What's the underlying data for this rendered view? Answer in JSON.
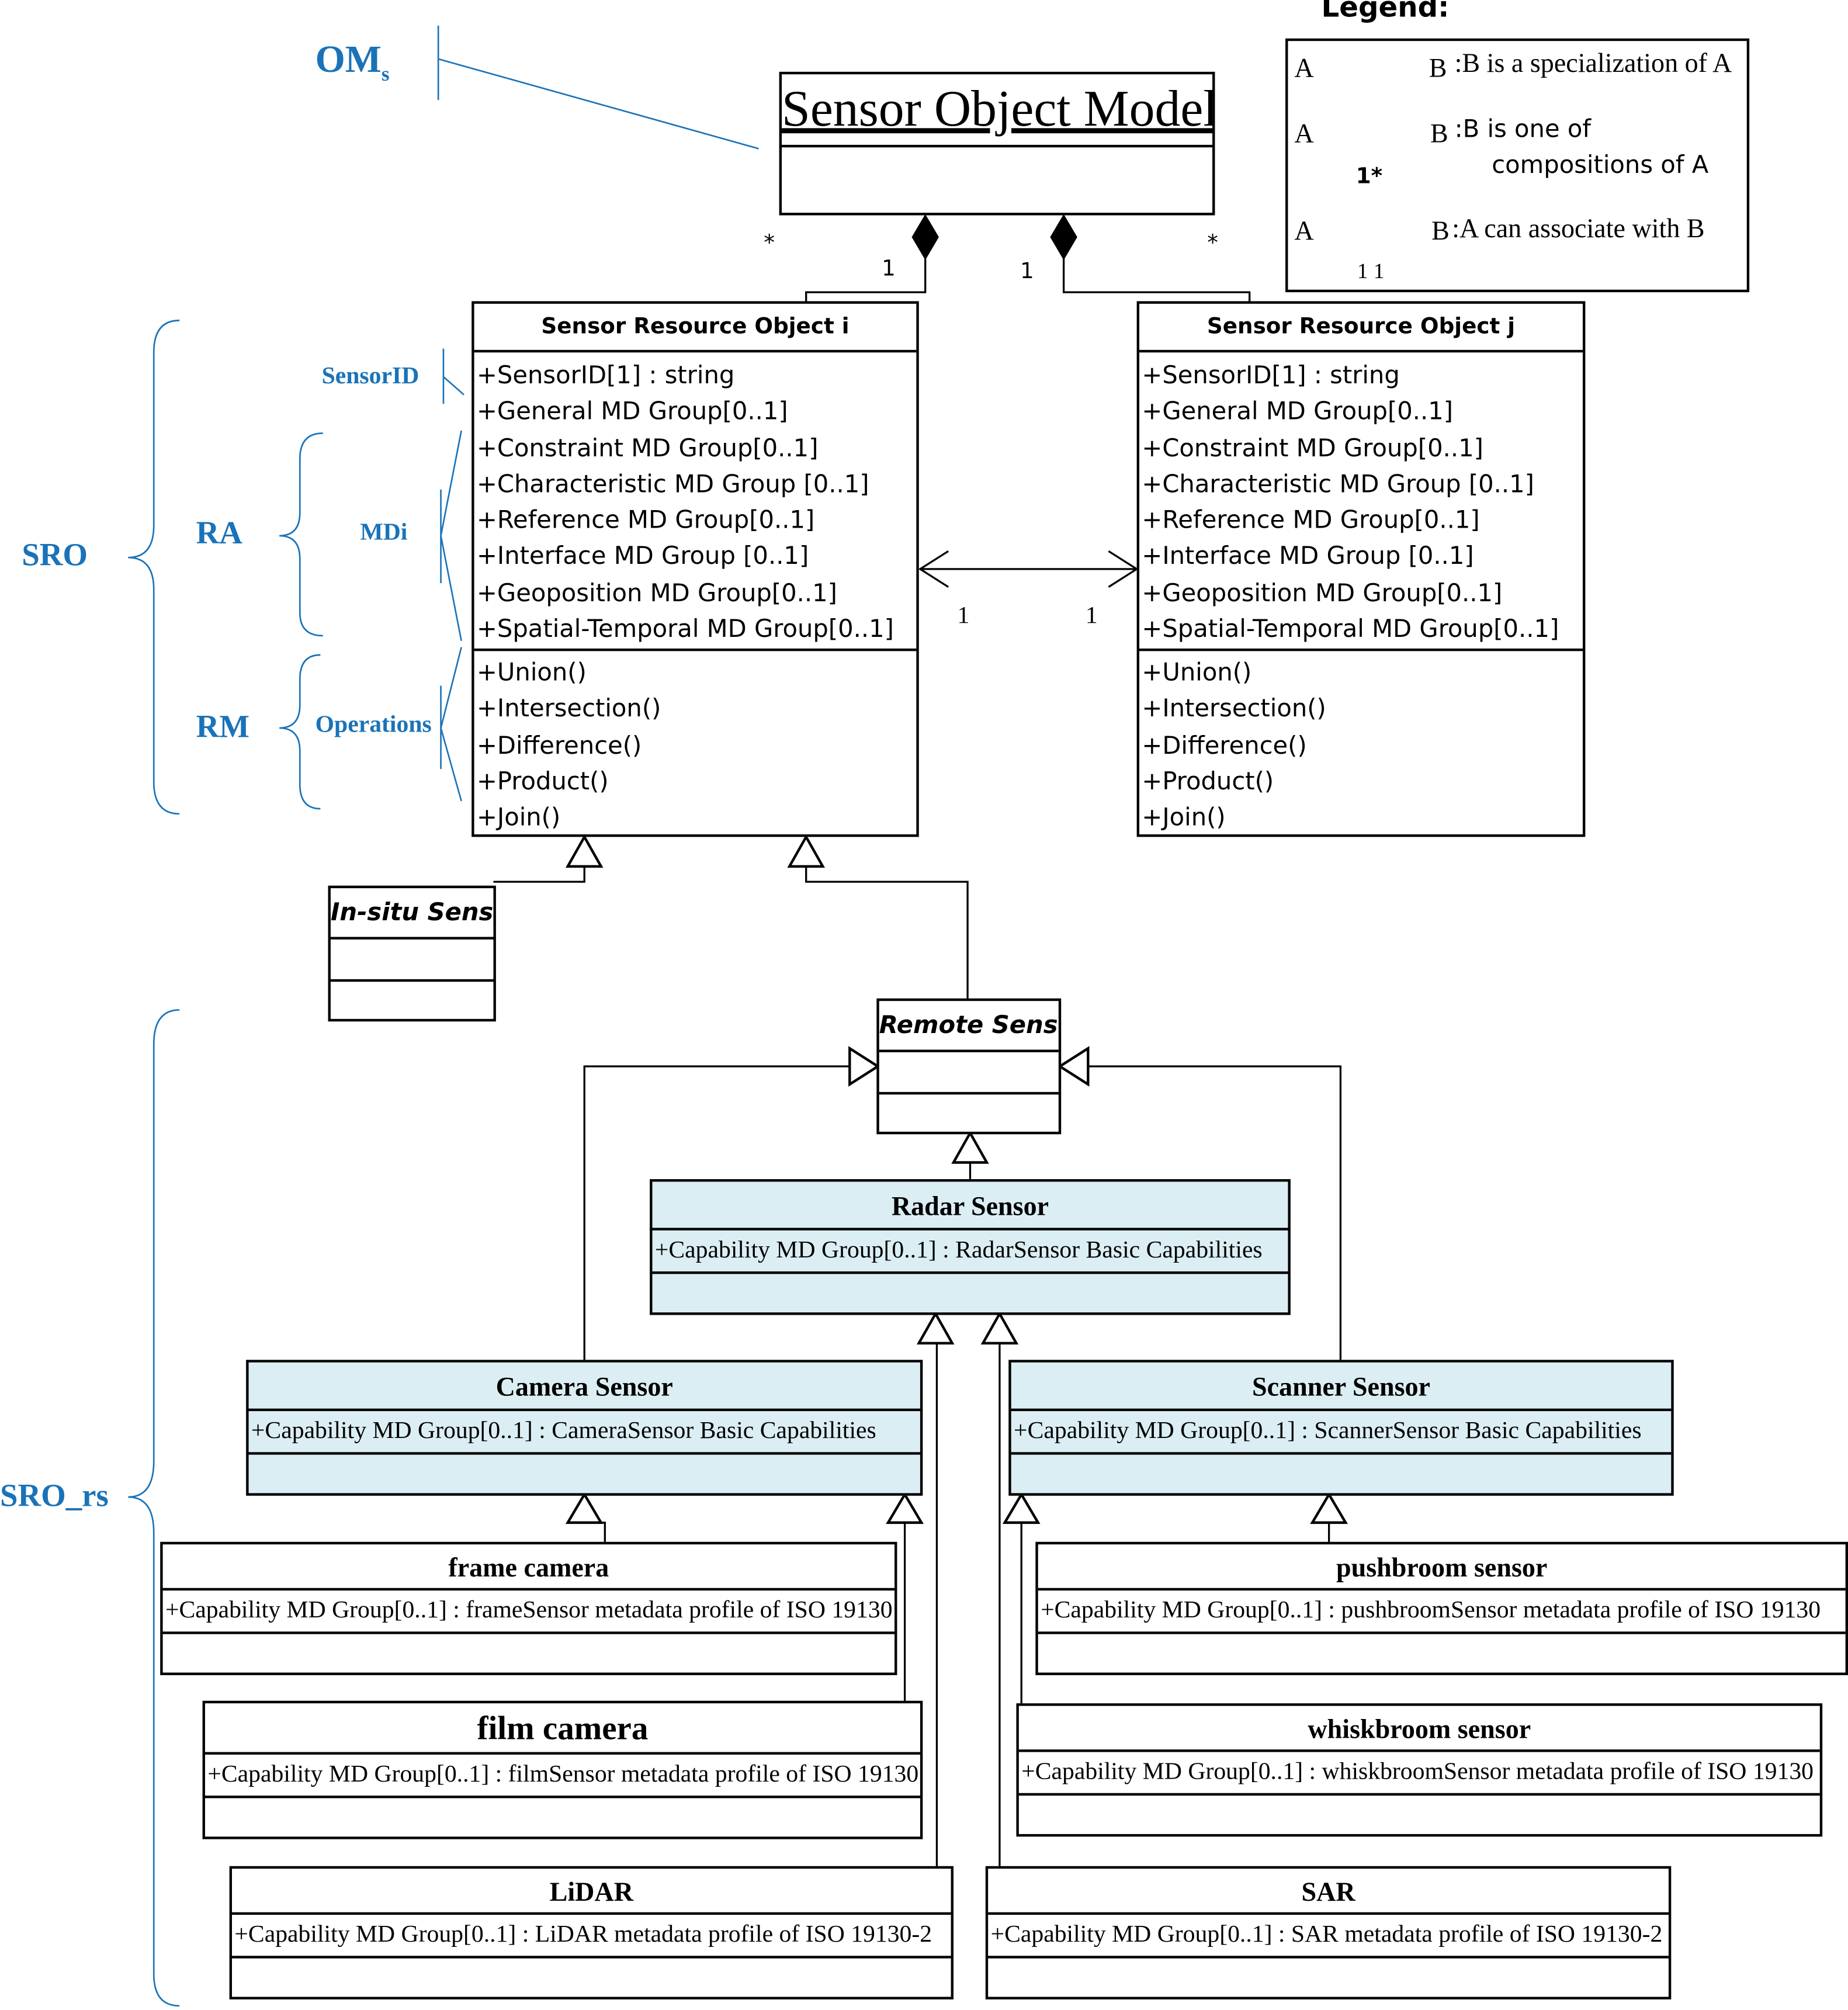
{
  "legend": {
    "title": "Legend:",
    "a": "A",
    "b": "B",
    "specialization": ":B is a specialization of A",
    "composition_line1": ":B is one of",
    "composition_line2": "compositions of A",
    "composition_mult": "1*",
    "association": ":A can associate with B",
    "association_mult": "1 1"
  },
  "annotations": {
    "oms": "OM",
    "oms_sub": "s",
    "sensorid": "SensorID",
    "mdi": "MDi",
    "ra": "RA",
    "sro": "SRO",
    "rm": "RM",
    "operations": "Operations",
    "sro_rs": "SRO_rs"
  },
  "som": {
    "title": "Sensor Object Model"
  },
  "multiplicity": {
    "star": "*",
    "one": "1"
  },
  "sro_i": {
    "title": "Sensor Resource Object i",
    "attributes": [
      "+SensorID[1] : string",
      "+General MD Group[0..1]",
      "+Constraint MD Group[0..1]",
      "+Characteristic MD Group [0..1]",
      "+Reference MD Group[0..1]",
      "+Interface MD Group [0..1]",
      "+Geoposition MD Group[0..1]",
      "+Spatial-Temporal MD Group[0..1]"
    ],
    "operations": [
      "+Union()",
      "+Intersection()",
      "+Difference()",
      "+Product()",
      "+Join()"
    ]
  },
  "sro_j": {
    "title": "Sensor Resource Object j",
    "attributes": [
      "+SensorID[1] : string",
      "+General MD Group[0..1]",
      "+Constraint MD Group[0..1]",
      "+Characteristic MD Group [0..1]",
      "+Reference MD Group[0..1]",
      "+Interface MD Group [0..1]",
      "+Geoposition MD Group[0..1]",
      "+Spatial-Temporal MD Group[0..1]"
    ],
    "operations": [
      "+Union()",
      "+Intersection()",
      "+Difference()",
      "+Product()",
      "+Join()"
    ]
  },
  "insitu": {
    "title": "In-situ Sensor"
  },
  "remote": {
    "title": "Remote Sensor"
  },
  "radar": {
    "title": "Radar Sensor",
    "capability": "+Capability MD Group[0..1] : RadarSensor Basic Capabilities"
  },
  "camera": {
    "title": "Camera Sensor",
    "capability": "+Capability MD Group[0..1] : CameraSensor Basic Capabilities"
  },
  "scanner": {
    "title": "Scanner Sensor",
    "capability": "+Capability MD Group[0..1] : ScannerSensor Basic Capabilities"
  },
  "frame": {
    "title": "frame camera",
    "capability": "+Capability MD Group[0..1] : frameSensor metadata profile of ISO 19130"
  },
  "film": {
    "title": "film camera",
    "capability": "+Capability MD Group[0..1] : filmSensor metadata profile of ISO 19130"
  },
  "pushbroom": {
    "title": "pushbroom sensor",
    "capability": "+Capability MD Group[0..1] : pushbroomSensor metadata profile of ISO 19130"
  },
  "whiskbroom": {
    "title": "whiskbroom sensor",
    "capability": "+Capability MD Group[0..1] : whiskbroomSensor metadata profile of ISO 19130"
  },
  "lidar": {
    "title": "LiDAR",
    "capability": "+Capability MD Group[0..1] : LiDAR metadata profile of ISO 19130-2"
  },
  "sar": {
    "title": "SAR",
    "capability": "+Capability MD Group[0..1] : SAR metadata profile of ISO 19130-2"
  }
}
